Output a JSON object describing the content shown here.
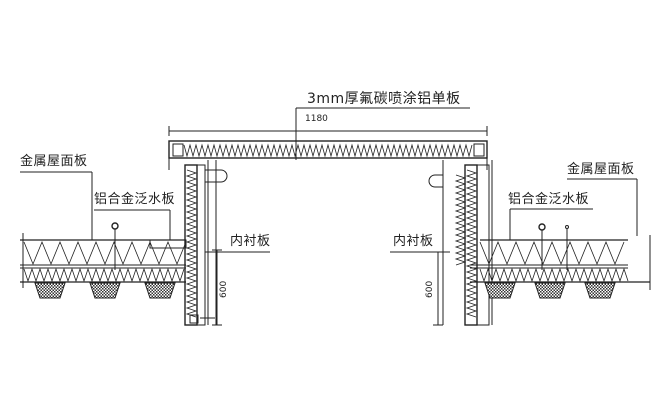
{
  "labels": {
    "top_panel": "3mm厚氟碳喷涂铝单板",
    "left_roof_panel": "金属屋面板",
    "left_flashing": "铝合金泛水板",
    "left_lining": "内衬板",
    "right_roof_panel": "金属屋面板",
    "right_flashing": "铝合金泛水板",
    "right_lining": "内衬板"
  },
  "dimensions": {
    "width": "1180",
    "left_height": "600",
    "right_height": "600"
  },
  "colors": {
    "line": "#222222",
    "hatch": "#333333"
  }
}
